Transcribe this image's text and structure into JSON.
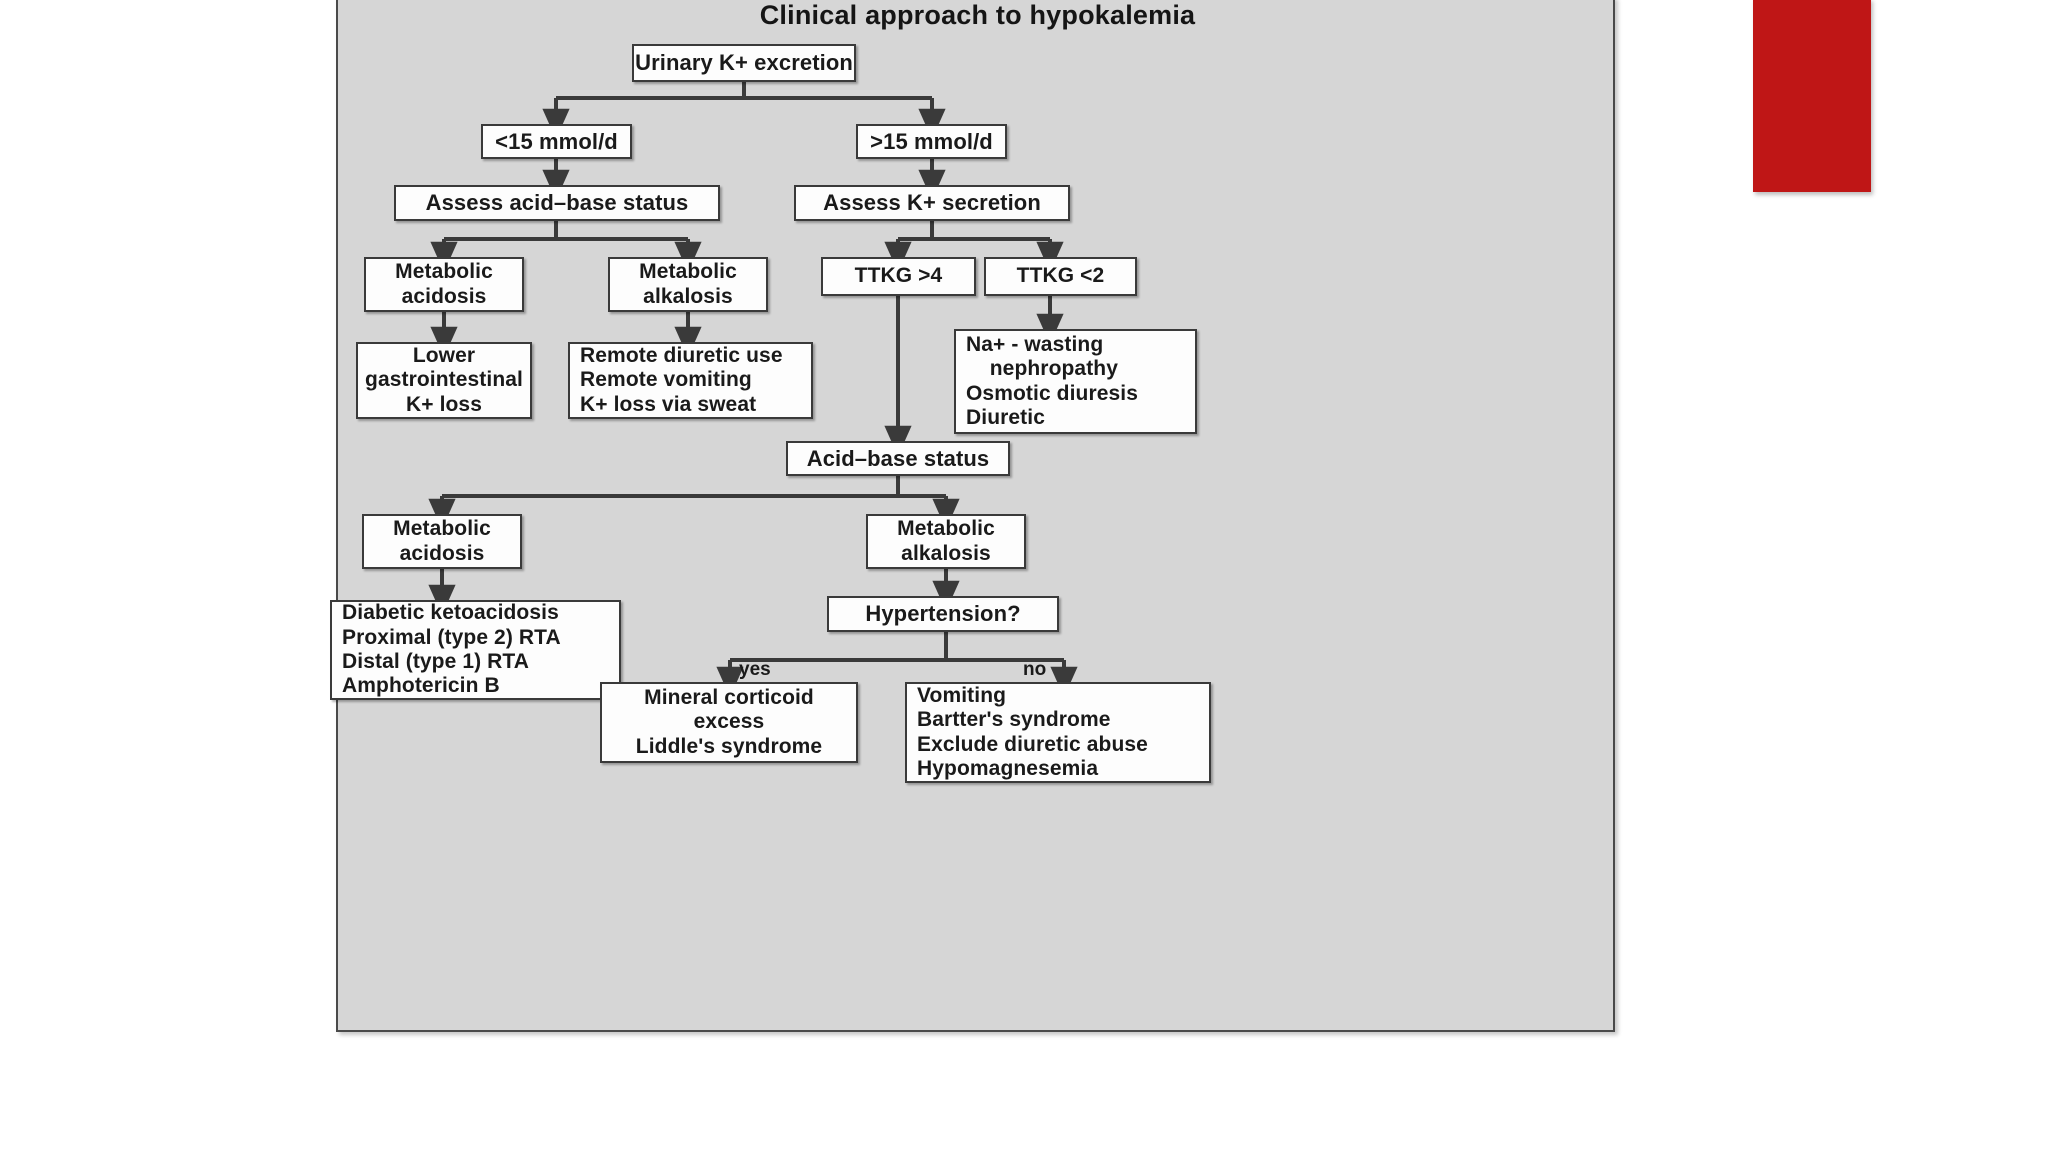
{
  "page": {
    "background": "#ffffff",
    "panel_background": "#d6d6d6",
    "accent_red": "#bf1616",
    "box_fill": "#fdfdfd",
    "line_color": "#3a3a3a"
  },
  "chart_data": {
    "type": "diagram",
    "diagram_kind": "flowchart",
    "title": "Clinical approach to hypokalemia",
    "nodes": [
      {
        "id": "urinary_k",
        "text": "Urinary K+ excretion",
        "lines": [
          "Urinary K+ excretion"
        ],
        "align": "center",
        "size": "lg"
      },
      {
        "id": "lt15",
        "text": "<15 mmol/d",
        "lines": [
          "<15 mmol/d"
        ],
        "align": "center",
        "size": "lg"
      },
      {
        "id": "gt15",
        "text": ">15 mmol/d",
        "lines": [
          ">15 mmol/d"
        ],
        "align": "center",
        "size": "lg"
      },
      {
        "id": "assess_acid_base",
        "text": "Assess acid-base status",
        "lines": [
          "Assess acid–base status"
        ],
        "align": "center",
        "size": "lg"
      },
      {
        "id": "assess_k_secr",
        "text": "Assess K+ secretion",
        "lines": [
          "Assess K+ secretion"
        ],
        "align": "center",
        "size": "lg"
      },
      {
        "id": "met_acid_1",
        "text": "Metabolic acidosis",
        "lines": [
          "Metabolic",
          "acidosis"
        ],
        "align": "center",
        "size": "md"
      },
      {
        "id": "met_alk_1",
        "text": "Metabolic alkalosis",
        "lines": [
          "Metabolic",
          "alkalosis"
        ],
        "align": "center",
        "size": "md"
      },
      {
        "id": "ttkg_gt4",
        "text": "TTKG >4",
        "lines": [
          "TTKG >4"
        ],
        "align": "center",
        "size": "md"
      },
      {
        "id": "ttkg_lt2",
        "text": "TTKG <2",
        "lines": [
          "TTKG <2"
        ],
        "align": "center",
        "size": "md"
      },
      {
        "id": "lower_gi",
        "text": "Lower gastrointestinal K+ loss",
        "lines": [
          "Lower",
          "gastrointestinal",
          "K+ loss"
        ],
        "align": "center",
        "size": "md"
      },
      {
        "id": "remote_causes",
        "text": "Remote diuretic use / Remote vomiting / K+ loss via sweat",
        "lines": [
          "Remote diuretic use",
          "Remote vomiting",
          "K+ loss via sweat"
        ],
        "align": "left",
        "size": "md"
      },
      {
        "id": "na_wasting",
        "text": "Na+ - wasting nephropathy / Osmotic diuresis / Diuretic",
        "lines": [
          "Na+ - wasting",
          "    nephropathy",
          "Osmotic diuresis",
          "Diuretic"
        ],
        "align": "left",
        "size": "md"
      },
      {
        "id": "acid_base_status",
        "text": "Acid-base status",
        "lines": [
          "Acid–base status"
        ],
        "align": "center",
        "size": "lg"
      },
      {
        "id": "met_acid_2",
        "text": "Metabolic acidosis",
        "lines": [
          "Metabolic",
          "acidosis"
        ],
        "align": "center",
        "size": "md"
      },
      {
        "id": "met_alk_2",
        "text": "Metabolic alkalosis",
        "lines": [
          "Metabolic",
          "alkalosis"
        ],
        "align": "center",
        "size": "md"
      },
      {
        "id": "dka_rta",
        "text": "Diabetic ketoacidosis / Proximal (type 2) RTA / Distal (type 1) RTA / Amphotericin B",
        "lines": [
          "Diabetic ketoacidosis",
          "Proximal (type 2) RTA",
          "Distal (type 1) RTA",
          "Amphotericin B"
        ],
        "align": "left",
        "size": "md"
      },
      {
        "id": "hypertension",
        "text": "Hypertension?",
        "lines": [
          "Hypertension?"
        ],
        "align": "center",
        "size": "lg"
      },
      {
        "id": "mineral_cort",
        "text": "Mineral corticoid excess / Liddle's syndrome",
        "lines": [
          "Mineral corticoid",
          "excess",
          "Liddle's syndrome"
        ],
        "align": "center",
        "size": "md"
      },
      {
        "id": "vomiting_group",
        "text": "Vomiting / Bartter's syndrome / Exclude diuretic abuse / Hypomagnesemia",
        "lines": [
          "Vomiting",
          "Bartter's syndrome",
          "Exclude diuretic abuse",
          "Hypomagnesemia"
        ],
        "align": "left",
        "size": "md"
      }
    ],
    "edges": [
      {
        "from": "urinary_k",
        "to": "lt15",
        "label": ""
      },
      {
        "from": "urinary_k",
        "to": "gt15",
        "label": ""
      },
      {
        "from": "lt15",
        "to": "assess_acid_base",
        "label": ""
      },
      {
        "from": "gt15",
        "to": "assess_k_secr",
        "label": ""
      },
      {
        "from": "assess_acid_base",
        "to": "met_acid_1",
        "label": ""
      },
      {
        "from": "assess_acid_base",
        "to": "met_alk_1",
        "label": ""
      },
      {
        "from": "assess_k_secr",
        "to": "ttkg_gt4",
        "label": ""
      },
      {
        "from": "assess_k_secr",
        "to": "ttkg_lt2",
        "label": ""
      },
      {
        "from": "met_acid_1",
        "to": "lower_gi",
        "label": ""
      },
      {
        "from": "met_alk_1",
        "to": "remote_causes",
        "label": ""
      },
      {
        "from": "ttkg_lt2",
        "to": "na_wasting",
        "label": ""
      },
      {
        "from": "ttkg_gt4",
        "to": "acid_base_status",
        "label": ""
      },
      {
        "from": "acid_base_status",
        "to": "met_acid_2",
        "label": ""
      },
      {
        "from": "acid_base_status",
        "to": "met_alk_2",
        "label": ""
      },
      {
        "from": "met_acid_2",
        "to": "dka_rta",
        "label": ""
      },
      {
        "from": "met_alk_2",
        "to": "hypertension",
        "label": ""
      },
      {
        "from": "hypertension",
        "to": "mineral_cort",
        "label": "yes"
      },
      {
        "from": "hypertension",
        "to": "vomiting_group",
        "label": "no"
      }
    ],
    "edge_labels": [
      {
        "id": "yes_label",
        "text": "yes"
      },
      {
        "id": "no_label",
        "text": "no"
      }
    ]
  }
}
